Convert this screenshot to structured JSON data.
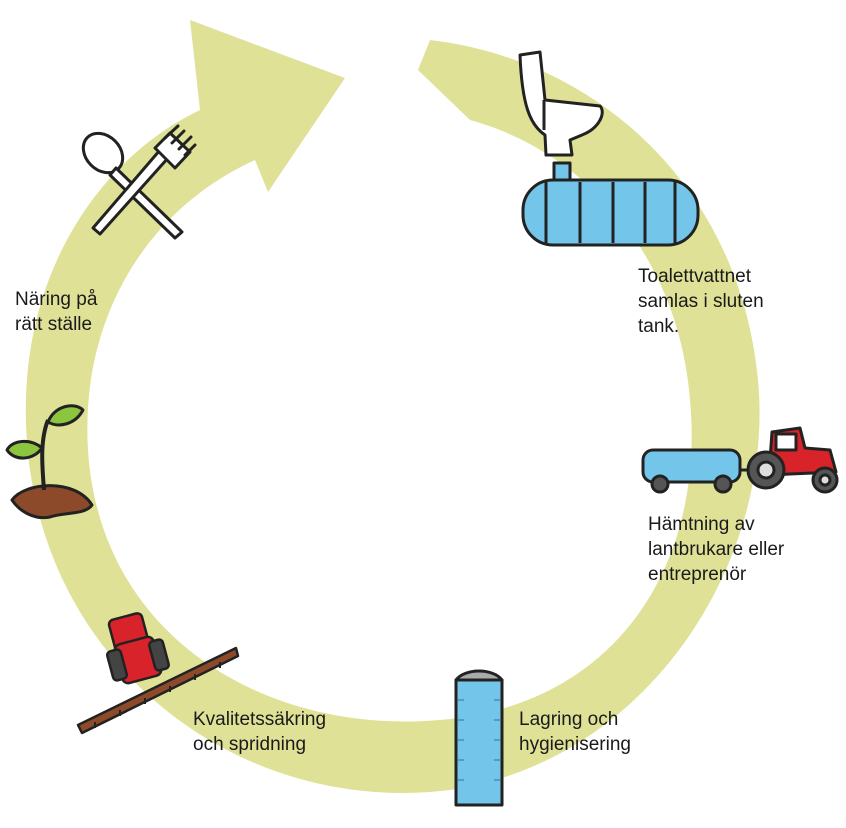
{
  "colors": {
    "cycle": "#dfe196",
    "tank": "#74c5ea",
    "tractor_red": "#d8232a",
    "soil": "#8c4a2b",
    "leaf": "#8cc63f",
    "boom": "#8c4a2b",
    "outline": "#222222"
  },
  "steps": [
    {
      "id": "collection",
      "icon": "toilet-and-closed-tank-icon",
      "lines": [
        "Toalettvattnet",
        "samlas i sluten",
        "tank."
      ]
    },
    {
      "id": "pickup",
      "icon": "tractor-with-tank-trailer-icon",
      "lines": [
        "Hämtning av",
        "lantbrukare eller",
        "entreprenör"
      ]
    },
    {
      "id": "storage",
      "icon": "storage-silo-icon",
      "lines": [
        "Lagring och",
        "hygienisering"
      ]
    },
    {
      "id": "spreading",
      "icon": "tractor-spreader-boom-icon",
      "lines": [
        "Kvalitetssäkring",
        "och spridning"
      ]
    },
    {
      "id": "nutrients",
      "icon": "sprout-in-soil-icon",
      "lines": [
        "Näring på",
        "rätt ställe"
      ]
    },
    {
      "id": "food",
      "icon": "spoon-and-fork-icon",
      "lines": []
    }
  ]
}
